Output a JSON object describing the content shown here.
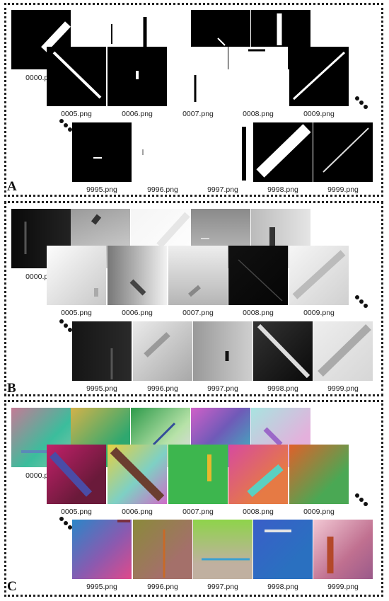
{
  "panels": [
    {
      "letter": "A",
      "row1": [
        "0000.png",
        "",
        "",
        "",
        ""
      ],
      "row2": [
        "0005.png",
        "0006.png",
        "0007.png",
        "0008.png",
        "0009.png"
      ],
      "row3": [
        "9995.png",
        "9996.png",
        "9997.png",
        "9998.png",
        "9999.png"
      ]
    },
    {
      "letter": "B",
      "row1": [
        "0000.png",
        "",
        "",
        "",
        ""
      ],
      "row2": [
        "0005.png",
        "0006.png",
        "0007.png",
        "0008.png",
        "0009.png"
      ],
      "row3": [
        "9995.png",
        "9996.png",
        "9997.png",
        "9998.png",
        "9999.png"
      ]
    },
    {
      "letter": "C",
      "row1": [
        "0000.png",
        "",
        "",
        "",
        ""
      ],
      "row2": [
        "0005.png",
        "0006.png",
        "0007.png",
        "0008.png",
        "0009.png"
      ],
      "row3": [
        "9995.png",
        "9996.png",
        "9997.png",
        "9998.png",
        "9999.png"
      ]
    }
  ]
}
